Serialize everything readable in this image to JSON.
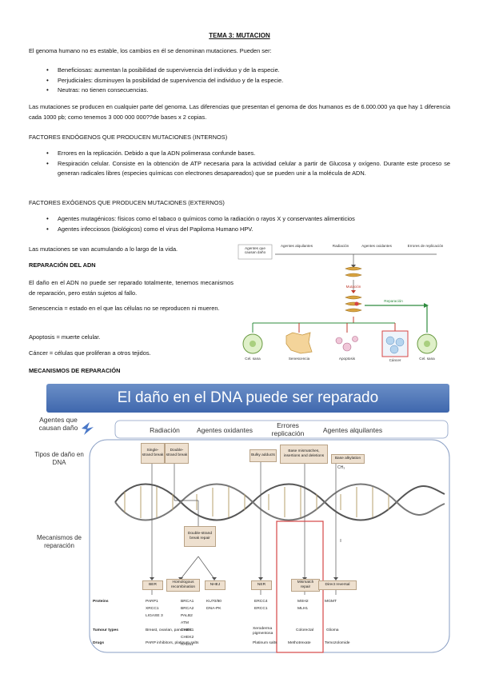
{
  "title": "TEMA 3: MUTACION",
  "intro": "El genoma humano no es estable, los cambios en él se denominan mutaciones. Pueden ser:",
  "types": [
    "Beneficiosas: aumentan la posibilidad de supervivencia del individuo y de la especie.",
    "Perjudiciales: disminuyen la posibilidad de supervivencia del individuo y de la especie.",
    "Neutras: no tienen consecuencias."
  ],
  "paragraph1": "Las mutaciones se producen en cualquier parte del genoma. Las diferencias que presentan el genoma de dos humanos es de 6.000.000 ya que hay 1 diferencia cada 1000 pb; como tenemos 3 000 000 000??de bases x 2 copias.",
  "endo_heading": "FACTORES ENDÓGENOS QUE PRODUCEN MUTACIONES (INTERNOS)",
  "endo_items": [
    "Errores en la replicación. Debido a que la ADN polimerasa confunde bases.",
    "Respiración celular. Consiste en la obtención de ATP necesaria para la actividad celular a partir de Glucosa y oxígeno. Durante este proceso se generan radicales libres (especies químicas con electrones desapareados) que se pueden unir a la molécula de ADN."
  ],
  "exo_heading": "FACTORES EXÓGENOS QUE PRODUCEN MUTACIONES (EXTERNOS)",
  "exo_items": [
    "Agentes mutagénicos: físicos como el tabaco o químicos como la radiación o rayos X y conservantes alimenticios",
    "Agentes infecciosos (biológicos) como el virus del Papiloma Humano HPV."
  ],
  "accumulate": "Las mutaciones se van acumulando a lo largo de la vida.",
  "repair_heading": "REPARACIÓN DEL ADN",
  "repair_text": "El daño en el ADN no puede ser reparado totalmente, tenemos mecanismos de reparación, pero están sujetos al fallo.",
  "senescence": "Senescencia = estado en el que las células no se reproducen ni mueren.",
  "apoptosis": "Apoptosis = muerte celular.",
  "cancer": "Cáncer = células que proliferan a otros tejidos.",
  "mechanisms_heading": "MECANISMOS DE REPARACIÓN",
  "figure1": {
    "agents_box": "Agentes que causan daño",
    "agents": [
      "Agentes alquilantes",
      "Radiación",
      "Agentes oxidantes",
      "Errores de replicación"
    ],
    "mutation": "Mutación",
    "repair": "Reparación",
    "outcomes": [
      "Cel. sana",
      "Senescencia",
      "Apoptosis",
      "Cáncer",
      "Cel. sana"
    ]
  },
  "figure2": {
    "banner": "El daño en el DNA puede ser reparado",
    "agents_label": "Agentes que causan daño",
    "agents": [
      "Radiación",
      "Agentes oxidantes",
      "Errores replicación",
      "Agentes alquilantes"
    ],
    "damage_label": "Tipos de daño en DNA",
    "damage_types": [
      "Single-strand break",
      "Double-strand break",
      "Bulky adducts",
      "Base mismatches, insertions and deletions",
      "Base alkylation",
      "CH₃"
    ],
    "dsb_repair": "Double-strand break repair",
    "mech_label": "Mecanismos de reparación",
    "mechanisms": [
      "BER",
      "Homologous recombination",
      "NHEJ",
      "NER",
      "Mismatch repair",
      "Direct reversal"
    ],
    "row_proteins": "Proteins",
    "proteins": {
      "ber": "PARP1\nXRCC1\nLIGASE 3",
      "hr": "BRCA1\nBRCA2\nPALB2\nATM\nCHEK1\nCHEK2\nRAD51",
      "nhej": "KU70/80\nDNA-PK",
      "ner": "ERCC4\nERCC1",
      "mmr": "MSH2\nMLH1",
      "dr": "MGMT"
    },
    "row_tumour": "Tumour types",
    "tumours": [
      "Breast, ovarian, pancreatic",
      "Xeroderma pigmentosa",
      "Colorectal",
      "Glioma"
    ],
    "row_drugs": "Drugs",
    "drugs": [
      "PARP inhibitors, platinum salts",
      "Platinum salts",
      "Methotrexate",
      "Temozolomide"
    ]
  }
}
